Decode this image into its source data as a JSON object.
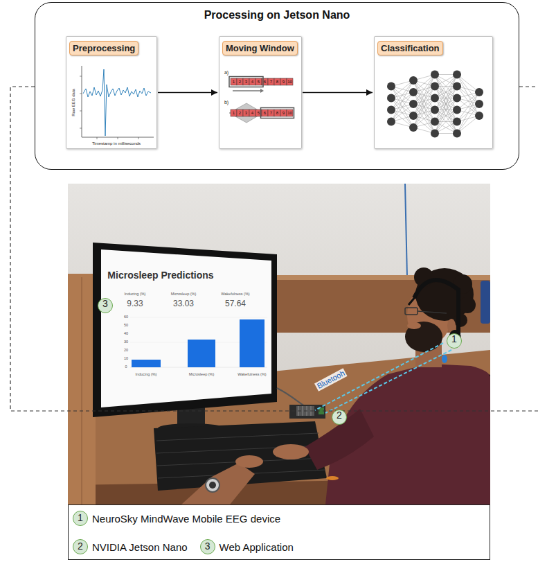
{
  "diagram": {
    "nodes": [
      {
        "text": [
          "Processing on Jetson Nano"
        ]
      },
      {
        "text": [
          "Preprocessing"
        ],
        "in": 0
      },
      {
        "text": [
          "Moving Window"
        ],
        "in": 0
      },
      {
        "text": [
          "Classification"
        ],
        "in": 0
      },
      {
        "text": [
          "1",
          "NeuroSky MindWave Mobile EEG device",
          "2",
          "NVIDIA Jetson Nano",
          "3",
          "Web Application"
        ]
      }
    ],
    "edges": [
      {
        "from": 1,
        "to": 2,
        "arrow": "to"
      },
      {
        "from": 2,
        "to": 3,
        "arrow": "to"
      }
    ],
    "labels": [
      "Raw EEG data",
      "Timestamp in milliseconds",
      "a)",
      "1",
      "2",
      "3",
      "4",
      "5",
      "6",
      "7",
      "8",
      "9",
      "10",
      "b)",
      "1",
      "2",
      "3",
      "4",
      "5",
      "6",
      "7",
      "8",
      "9",
      "10",
      "Microsleep Predictions",
      "Inducing (%)",
      "Microsleep (%)",
      "Wakefulness (%)",
      "9.33",
      "33.03",
      "57.64",
      "60",
      "50",
      "40",
      "30",
      "20",
      "10",
      "0",
      "Inducing (%)",
      "Microsleep (%)",
      "Wakefulness (%)",
      "3",
      "1",
      "Bluetooh",
      "2"
    ]
  }
}
